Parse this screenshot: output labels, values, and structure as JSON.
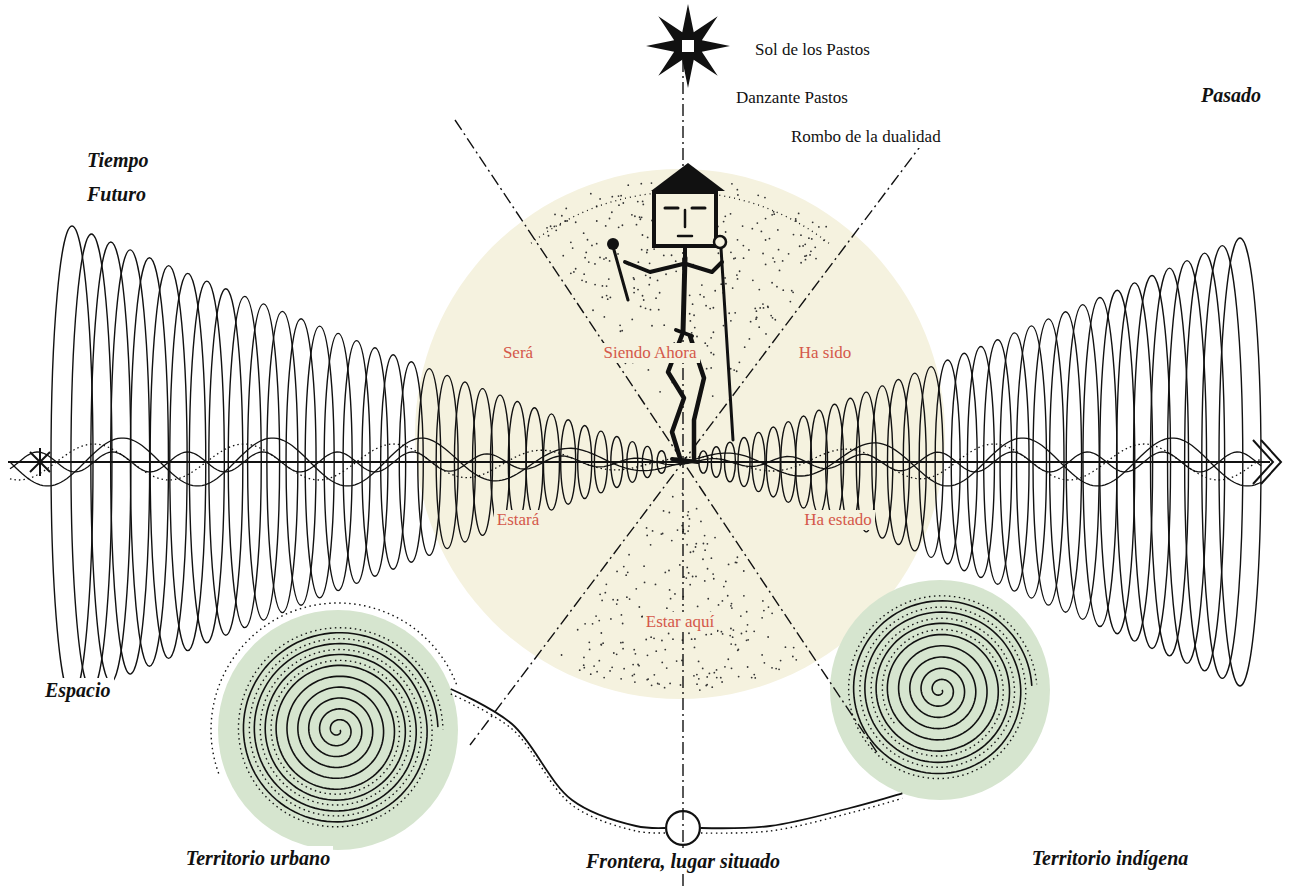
{
  "diagram": {
    "nodes": [
      {
        "text": [
          "Será",
          "Siendo Ahora",
          "Ha sido",
          "Estará",
          "Ha estado",
          "Estar aquí"
        ]
      },
      {
        "text": [
          "Territorio urbano"
        ]
      },
      {
        "text": [
          "Frontera, lugar situado"
        ]
      },
      {
        "text": [
          "Territorio indígena"
        ]
      }
    ],
    "edges": [
      {
        "from": 1,
        "to": 2,
        "arrow": "none"
      },
      {
        "from": 2,
        "to": 3,
        "arrow": "none"
      }
    ],
    "labels": [
      "Sol de los Pastos",
      "Danzante Pastos",
      "Rombo de la dualidad",
      "Tiempo Futuro",
      "Pasado",
      "Espacio"
    ]
  }
}
